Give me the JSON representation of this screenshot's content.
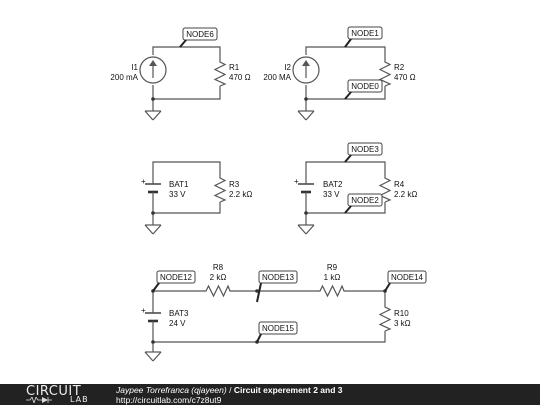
{
  "circuit1": {
    "source_name": "I1",
    "source_value": "200 mA",
    "res_name": "R1",
    "res_value": "470 Ω",
    "node_top": "NODE6"
  },
  "circuit2": {
    "source_name": "I2",
    "source_value": "200 MA",
    "res_name": "R2",
    "res_value": "470 Ω",
    "node_top": "NODE1",
    "node_bottom": "NODE0"
  },
  "circuit3": {
    "bat_name": "BAT1",
    "bat_value": "33 V",
    "res_name": "R3",
    "res_value": "2.2 kΩ"
  },
  "circuit4": {
    "bat_name": "BAT2",
    "bat_value": "33 V",
    "res_name": "R4",
    "res_value": "2.2 kΩ",
    "node_top": "NODE3",
    "node_bottom": "NODE2"
  },
  "circuit5": {
    "bat_name": "BAT3",
    "bat_value": "24 V",
    "r8_name": "R8",
    "r8_value": "2 kΩ",
    "r9_name": "R9",
    "r9_value": "1 kΩ",
    "r10_name": "R10",
    "r10_value": "3 kΩ",
    "node_a": "NODE12",
    "node_b": "NODE13",
    "node_c": "NODE14",
    "node_d": "NODE15"
  },
  "battery_plus": "+",
  "footer": {
    "logo_top": "CIRCUIT",
    "logo_bottom": "LAB",
    "author": "Jaypee Torrefranca (qjayeen)",
    "separator": " / ",
    "title": "Circuit experement 2 and 3",
    "url": "http://circuitlab.com/c7z8ut9"
  }
}
